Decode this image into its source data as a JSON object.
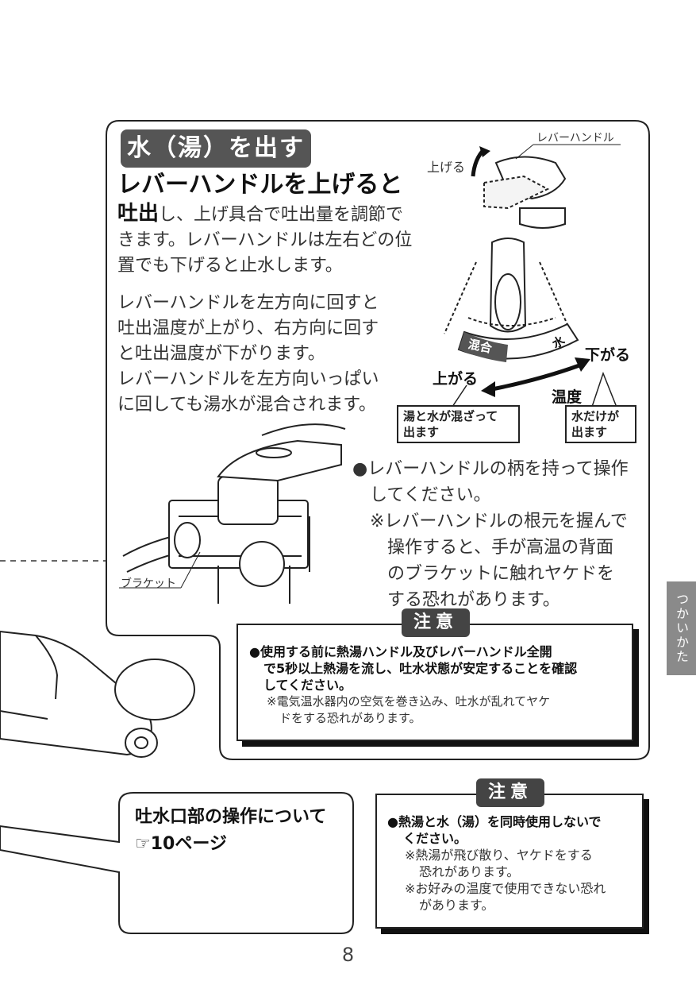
{
  "section": {
    "title": "水（湯）を出す",
    "lead": "レバーハンドルを上げると",
    "para1_bold": "吐出",
    "para1": "し、上げ具合で吐出量を調節できます。レバーハンドルは左右どの位置でも下げると止水します。",
    "para2_line1": "レバーハンドルを左方向に回すと",
    "para2_line2": "吐出温度が上がり、右方向に回す",
    "para2_line3": "と吐出温度が下がります。",
    "para2_line4": "レバーハンドルを左方向いっぱい",
    "para2_line5": "に回しても湯水が混合されます。"
  },
  "figure": {
    "lever_label": "レバーハンドル",
    "raise_label": "上げる",
    "mix_label": "混合",
    "water_label": "水",
    "up_label": "上がる",
    "down_label": "下がる",
    "temp_label": "温度",
    "note_mixed_line1": "湯と水が混ざって",
    "note_mixed_line2": "出ます",
    "note_water_line1": "水だけが",
    "note_water_line2": "出ます",
    "bracket_label": "ブラケット"
  },
  "instructions": {
    "line1": "●レバーハンドルの柄を持って操作",
    "line2": "してください。",
    "line3": "※レバーハンドルの根元を握んで",
    "line4": "操作すると、手が高温の背面",
    "line5": "のブラケットに触れヤケドを",
    "line6": "する恐れがあります。"
  },
  "caution1": {
    "tag": "注意",
    "line1": "●使用する前に熱湯ハンドル及びレバーハンドル全開",
    "line2": "で5秒以上熱湯を流し、吐水状態が安定することを確認",
    "line3": "してください。",
    "line4": "※電気温水器内の空気を巻き込み、吐水が乱れてヤケ",
    "line5": "ドをする恐れがあります。"
  },
  "reference": {
    "title": "吐水口部の操作について",
    "page": "☞10ページ"
  },
  "caution2": {
    "tag": "注意",
    "line1": "●熱湯と水（湯）を同時使用しないで",
    "line2": "ください。",
    "line3": "※熱湯が飛び散り、ヤケドをする",
    "line4": "恐れがあります。",
    "line5": "※お好みの温度で使用できない恐れ",
    "line6": "があります。"
  },
  "side_tab": "つかいかた",
  "page_number": "8"
}
